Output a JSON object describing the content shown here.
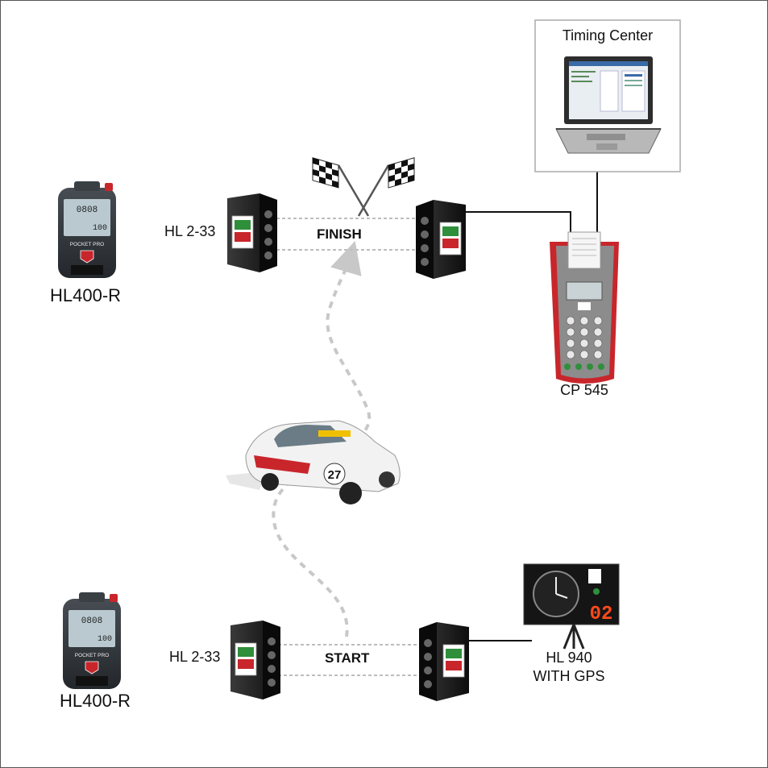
{
  "labels": {
    "timing_center": "Timing Center",
    "hl400_top": "HL400-R",
    "hl400_bottom": "HL400-R",
    "hl233_top": "HL 2-33",
    "hl233_bottom": "HL 2-33",
    "finish": "FINISH",
    "start": "START",
    "cp545": "CP 545",
    "hl940_line1": "HL 940",
    "hl940_line2": "WITH GPS"
  },
  "devices": {
    "stopwatch_brand": "POCKET PRO",
    "stopwatch_display": "0808",
    "stopwatch_display_small": "100",
    "scoreboard_digits": "02",
    "car_number": "27"
  },
  "colors": {
    "printer_red": "#c8262b",
    "stopwatch_body": "#2e3338",
    "stopwatch_screen": "#b9c9cf",
    "photocell_body": "#1c1c1c",
    "tag_green": "#2f8f3a",
    "tag_red": "#c8262b",
    "path_dash": "#c8c8c8",
    "beam_dash": "#bdbdbd",
    "scoreboard_digits": "#ff4a1a"
  }
}
